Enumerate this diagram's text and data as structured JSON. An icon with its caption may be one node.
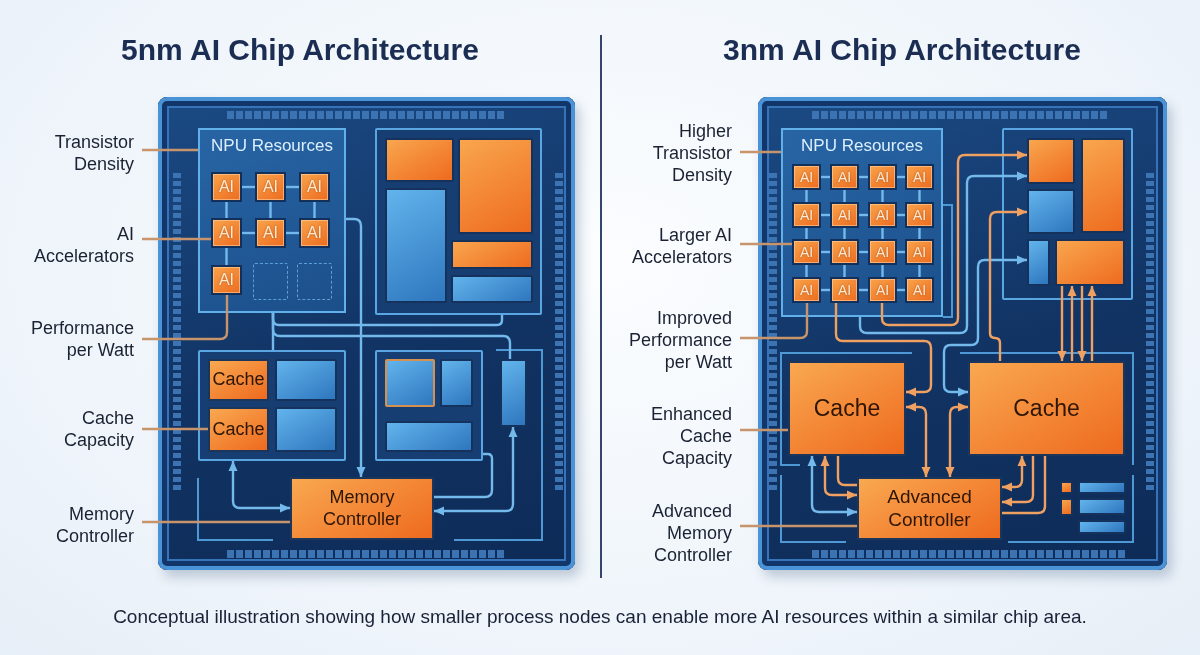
{
  "diagram": {
    "caption": "Conceptual illustration showing how smaller process nodes can enable more AI resources within a similar chip area.",
    "nodes": [
      {
        "text": [
          "5nm AI Chip Architecture"
        ]
      },
      {
        "text": [
          "Transistor Density"
        ]
      },
      {
        "text": [
          "AI Accelerators"
        ]
      },
      {
        "text": [
          "Performance per Watt"
        ]
      },
      {
        "text": [
          "Cache Capacity"
        ]
      },
      {
        "text": [
          "Memory Controller"
        ]
      },
      {
        "text": [
          "NPU Resources"
        ],
        "in": 0
      },
      {
        "text": [
          "AI"
        ],
        "in": 6
      },
      {
        "text": [
          "AI"
        ],
        "in": 6
      },
      {
        "text": [
          "AI"
        ],
        "in": 6
      },
      {
        "text": [
          "AI"
        ],
        "in": 6
      },
      {
        "text": [
          "AI"
        ],
        "in": 6
      },
      {
        "text": [
          "AI"
        ],
        "in": 6
      },
      {
        "text": [
          "AI"
        ],
        "in": 6
      },
      {
        "text": [],
        "shape": "box",
        "in": 6
      },
      {
        "text": [],
        "shape": "box",
        "in": 6
      },
      {
        "text": [],
        "shape": "box",
        "in": 0
      },
      {
        "text": [],
        "shape": "box",
        "in": 16
      },
      {
        "text": [],
        "shape": "box",
        "in": 16
      },
      {
        "text": [],
        "shape": "box",
        "in": 16
      },
      {
        "text": [],
        "shape": "box",
        "in": 16
      },
      {
        "text": [],
        "shape": "box",
        "in": 16
      },
      {
        "text": [],
        "shape": "box",
        "in": 0
      },
      {
        "text": [
          "Cache"
        ],
        "in": 22
      },
      {
        "text": [],
        "shape": "box",
        "in": 22
      },
      {
        "text": [
          "Cache"
        ],
        "in": 22
      },
      {
        "text": [],
        "shape": "box",
        "in": 22
      },
      {
        "text": [],
        "shape": "box",
        "in": 0
      },
      {
        "text": [],
        "shape": "box",
        "in": 27
      },
      {
        "text": [],
        "shape": "box",
        "in": 27
      },
      {
        "text": [],
        "shape": "box",
        "in": 27
      },
      {
        "text": [],
        "shape": "box",
        "in": 0
      },
      {
        "text": [
          "Memory Controller"
        ],
        "in": 0
      },
      {
        "text": [
          "3nm AI Chip Architecture"
        ]
      },
      {
        "text": [
          "Higher Transistor Density"
        ]
      },
      {
        "text": [
          "Larger AI Accelerators"
        ]
      },
      {
        "text": [
          "Improved Performance per Watt"
        ]
      },
      {
        "text": [
          "Enhanced Cache Capacity"
        ]
      },
      {
        "text": [
          "Advanced Memory Controller"
        ]
      },
      {
        "text": [
          "NPU Resources"
        ],
        "in": 33
      },
      {
        "text": [
          "AI"
        ],
        "in": 39
      },
      {
        "text": [
          "AI"
        ],
        "in": 39
      },
      {
        "text": [
          "AI"
        ],
        "in": 39
      },
      {
        "text": [
          "AI"
        ],
        "in": 39
      },
      {
        "text": [
          "AI"
        ],
        "in": 39
      },
      {
        "text": [
          "AI"
        ],
        "in": 39
      },
      {
        "text": [
          "AI"
        ],
        "in": 39
      },
      {
        "text": [
          "AI"
        ],
        "in": 39
      },
      {
        "text": [
          "AI"
        ],
        "in": 39
      },
      {
        "text": [
          "AI"
        ],
        "in": 39
      },
      {
        "text": [
          "AI"
        ],
        "in": 39
      },
      {
        "text": [
          "AI"
        ],
        "in": 39
      },
      {
        "text": [
          "AI"
        ],
        "in": 39
      },
      {
        "text": [
          "AI"
        ],
        "in": 39
      },
      {
        "text": [
          "AI"
        ],
        "in": 39
      },
      {
        "text": [
          "AI"
        ],
        "in": 39
      },
      {
        "text": [],
        "shape": "box",
        "in": 33
      },
      {
        "text": [],
        "shape": "box",
        "in": 56
      },
      {
        "text": [],
        "shape": "box",
        "in": 56
      },
      {
        "text": [],
        "shape": "box",
        "in": 56
      },
      {
        "text": [],
        "shape": "box",
        "in": 56
      },
      {
        "text": [],
        "shape": "box",
        "in": 56
      },
      {
        "text": [
          "Cache"
        ],
        "in": 33
      },
      {
        "text": [
          "Cache"
        ],
        "in": 33
      },
      {
        "text": [
          "Advanced Controller"
        ],
        "in": 33
      },
      {
        "text": [],
        "shape": "box",
        "in": 33
      },
      {
        "text": [],
        "shape": "box",
        "in": 33
      },
      {
        "text": [],
        "shape": "box",
        "in": 33
      },
      {
        "text": [],
        "shape": "box",
        "in": 33
      },
      {
        "text": [],
        "shape": "box",
        "in": 33
      }
    ],
    "edges": [
      {
        "from": 1,
        "to": 6,
        "arrow": "none",
        "color": "#c8946c"
      },
      {
        "from": 2,
        "to": 10,
        "arrow": "none",
        "color": "#c8946c"
      },
      {
        "from": 3,
        "to": 13,
        "arrow": "none",
        "color": "#c8946c"
      },
      {
        "from": 4,
        "to": 25,
        "arrow": "none",
        "color": "#c8946c"
      },
      {
        "from": 5,
        "to": 32,
        "arrow": "none",
        "color": "#c8946c"
      },
      {
        "from": 7,
        "to": 8,
        "arrow": "none"
      },
      {
        "from": 8,
        "to": 9,
        "arrow": "none"
      },
      {
        "from": 10,
        "to": 11,
        "arrow": "none"
      },
      {
        "from": 11,
        "to": 12,
        "arrow": "none"
      },
      {
        "from": 7,
        "to": 10,
        "arrow": "none"
      },
      {
        "from": 8,
        "to": 11,
        "arrow": "none"
      },
      {
        "from": 9,
        "to": 12,
        "arrow": "none"
      },
      {
        "from": 10,
        "to": 13,
        "arrow": "none"
      },
      {
        "from": 6,
        "to": 22,
        "arrow": "none"
      },
      {
        "from": 6,
        "to": 16,
        "arrow": "none"
      },
      {
        "from": 6,
        "to": 31,
        "arrow": "none"
      },
      {
        "from": 6,
        "to": 32,
        "arrow": "to"
      },
      {
        "from": 22,
        "to": 32,
        "arrow": "both"
      },
      {
        "from": 31,
        "to": 32,
        "arrow": "both"
      },
      {
        "from": 32,
        "to": 27,
        "arrow": "none"
      },
      {
        "from": 34,
        "to": 39,
        "arrow": "none",
        "color": "#c8946c"
      },
      {
        "from": 35,
        "to": 48,
        "arrow": "none",
        "color": "#c8946c"
      },
      {
        "from": 36,
        "to": 52,
        "arrow": "none",
        "color": "#c8946c"
      },
      {
        "from": 37,
        "to": 62,
        "arrow": "none",
        "color": "#c8946c"
      },
      {
        "from": 38,
        "to": 64,
        "arrow": "none",
        "color": "#c8946c"
      },
      {
        "from": 40,
        "to": 41,
        "arrow": "none"
      },
      {
        "from": 41,
        "to": 42,
        "arrow": "none"
      },
      {
        "from": 42,
        "to": 43,
        "arrow": "none"
      },
      {
        "from": 44,
        "to": 45,
        "arrow": "none"
      },
      {
        "from": 45,
        "to": 46,
        "arrow": "none"
      },
      {
        "from": 46,
        "to": 47,
        "arrow": "none"
      },
      {
        "from": 48,
        "to": 49,
        "arrow": "none"
      },
      {
        "from": 49,
        "to": 50,
        "arrow": "none"
      },
      {
        "from": 50,
        "to": 51,
        "arrow": "none"
      },
      {
        "from": 52,
        "to": 53,
        "arrow": "none"
      },
      {
        "from": 53,
        "to": 54,
        "arrow": "none"
      },
      {
        "from": 54,
        "to": 55,
        "arrow": "none"
      },
      {
        "from": 40,
        "to": 44,
        "arrow": "none"
      },
      {
        "from": 41,
        "to": 45,
        "arrow": "none"
      },
      {
        "from": 42,
        "to": 46,
        "arrow": "none"
      },
      {
        "from": 43,
        "to": 47,
        "arrow": "none"
      },
      {
        "from": 44,
        "to": 48,
        "arrow": "none"
      },
      {
        "from": 45,
        "to": 49,
        "arrow": "none"
      },
      {
        "from": 46,
        "to": 50,
        "arrow": "none"
      },
      {
        "from": 47,
        "to": 51,
        "arrow": "none"
      },
      {
        "from": 48,
        "to": 52,
        "arrow": "none"
      },
      {
        "from": 49,
        "to": 53,
        "arrow": "none"
      },
      {
        "from": 50,
        "to": 54,
        "arrow": "none"
      },
      {
        "from": 51,
        "to": 55,
        "arrow": "none"
      },
      {
        "from": 54,
        "to": 57,
        "arrow": "to",
        "color": "#f0a060"
      },
      {
        "from": 39,
        "to": 57,
        "arrow": "to"
      },
      {
        "from": 53,
        "to": 62,
        "arrow": "to",
        "color": "#f0a060"
      },
      {
        "from": 62,
        "to": 64,
        "arrow": "both",
        "color": "#f0a060"
      },
      {
        "from": 63,
        "to": 64,
        "arrow": "both",
        "color": "#f0a060"
      },
      {
        "from": 60,
        "to": 63,
        "arrow": "both"
      },
      {
        "from": 63,
        "to": 59,
        "arrow": "to",
        "color": "#f0a060"
      },
      {
        "from": 61,
        "to": 63,
        "arrow": "to",
        "color": "#f0a060"
      },
      {
        "from": 63,
        "to": 61,
        "arrow": "to",
        "color": "#f0a060"
      },
      {
        "from": 61,
        "to": 63,
        "arrow": "to",
        "color": "#f0a060"
      },
      {
        "from": 63,
        "to": 61,
        "arrow": "to",
        "color": "#f0a060"
      },
      {
        "from": 62,
        "to": 64,
        "arrow": "both",
        "color": "#f0a060"
      },
      {
        "from": 62,
        "to": 64,
        "arrow": "both"
      },
      {
        "from": 62,
        "to": 64,
        "arrow": "none",
        "color": "#f0a060"
      },
      {
        "from": 63,
        "to": 64,
        "arrow": "both",
        "color": "#f0a060"
      },
      {
        "from": 63,
        "to": 64,
        "arrow": "to",
        "color": "#f0a060"
      },
      {
        "from": 63,
        "to": 64,
        "arrow": "none",
        "color": "#f0a060"
      }
    ]
  }
}
